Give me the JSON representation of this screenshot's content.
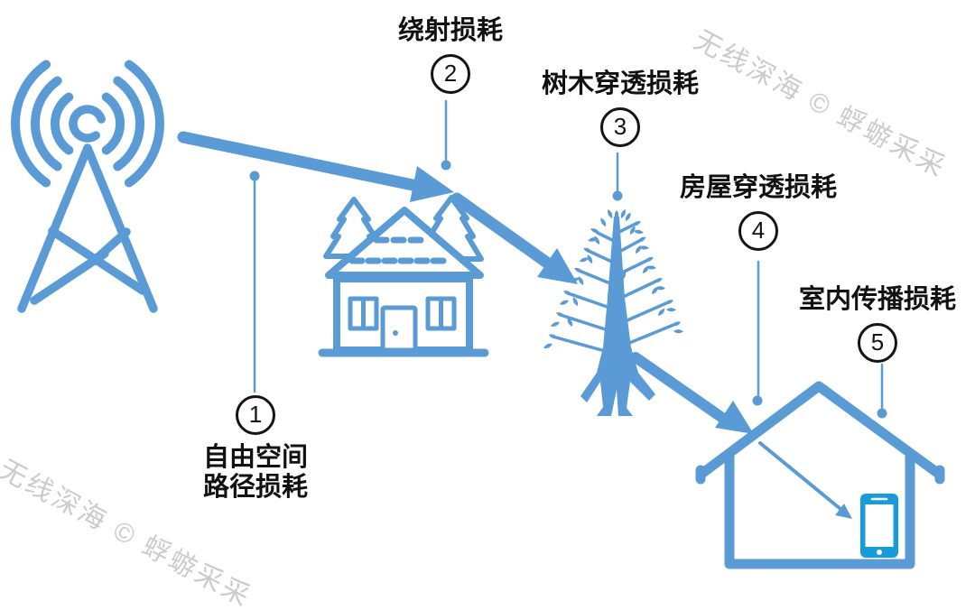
{
  "diagram_title": "",
  "colors": {
    "accent": "#5B9BD5",
    "phone": "#189CD8",
    "label_text": "#141414",
    "watermark": "#CBCBCB"
  },
  "watermark": {
    "text": "无线深海 © 蜉蝣采采"
  },
  "labels": {
    "free_space": {
      "num": "1",
      "line1": "自由空间",
      "line2": "路径损耗"
    },
    "diffraction": {
      "num": "2",
      "text": "绕射损耗"
    },
    "tree_penetration": {
      "num": "3",
      "text": "树木穿透损耗"
    },
    "house_penetration": {
      "num": "4",
      "text": "房屋穿透损耗"
    },
    "indoor_propagation": {
      "num": "5",
      "text": "室内传播损耗"
    }
  },
  "icons": {
    "tower": "radio-tower-icon",
    "village_house": "house-with-pines-icon",
    "tree": "tree-icon",
    "house": "house-outline-icon",
    "phone": "smartphone-icon"
  }
}
